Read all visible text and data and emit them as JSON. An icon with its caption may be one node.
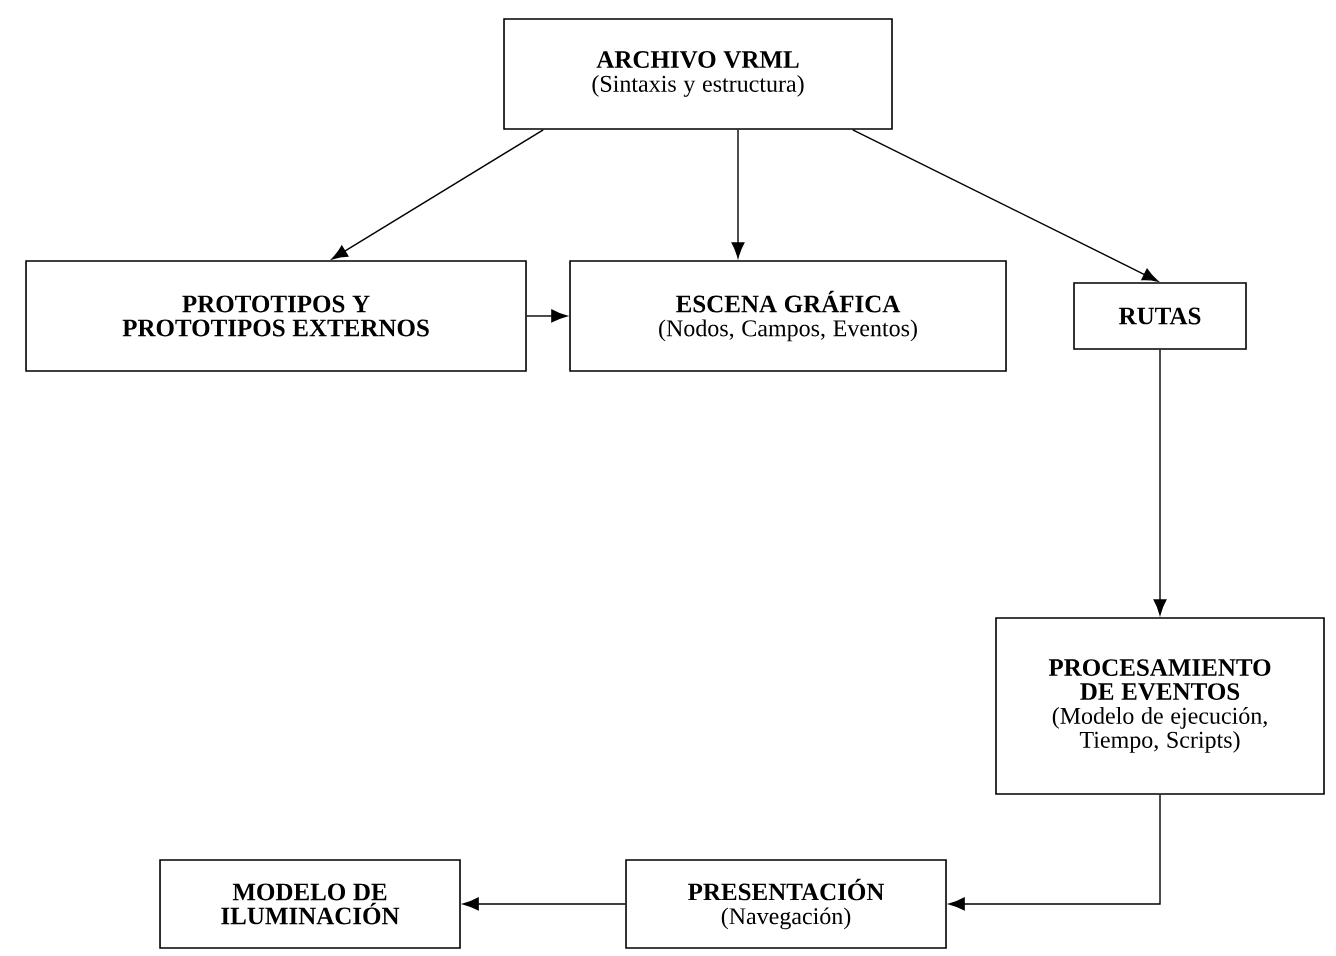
{
  "diagram": {
    "nodes": [
      {
        "text": [
          "ARCHIVO VRML",
          "(Sintaxis y estructura)"
        ]
      },
      {
        "text": [
          "PROTOTIPOS Y PROTOTIPOS EXTERNOS"
        ]
      },
      {
        "text": [
          "ESCENA GRÁFICA",
          "(Nodos, Campos, Eventos)"
        ]
      },
      {
        "text": [
          "RUTAS"
        ]
      },
      {
        "text": [
          "PROCESAMIENTO DE EVENTOS",
          "(Modelo de ejecución, Tiempo, Scripts)"
        ]
      },
      {
        "text": [
          "PRESENTACIÓN",
          "(Navegación)"
        ]
      },
      {
        "text": [
          "MODELO DE ILUMINACIÓN"
        ]
      }
    ],
    "edges": [
      {
        "from": 0,
        "to": 1,
        "arrow": "to"
      },
      {
        "from": 0,
        "to": 2,
        "arrow": "to"
      },
      {
        "from": 0,
        "to": 3,
        "arrow": "to"
      },
      {
        "from": 1,
        "to": 2,
        "arrow": "to"
      },
      {
        "from": 3,
        "to": 4,
        "arrow": "to"
      },
      {
        "from": 4,
        "to": 5,
        "arrow": "to"
      },
      {
        "from": 5,
        "to": 6,
        "arrow": "to"
      }
    ]
  }
}
